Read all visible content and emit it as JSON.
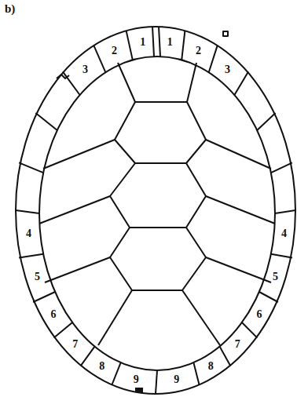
{
  "diagram": {
    "labels": [
      "b)",
      "1",
      "1",
      "2",
      "2",
      "3",
      "3",
      "4",
      "4",
      "5",
      "5",
      "6",
      "6",
      "7",
      "7",
      "8",
      "8",
      "9",
      "9"
    ]
  }
}
